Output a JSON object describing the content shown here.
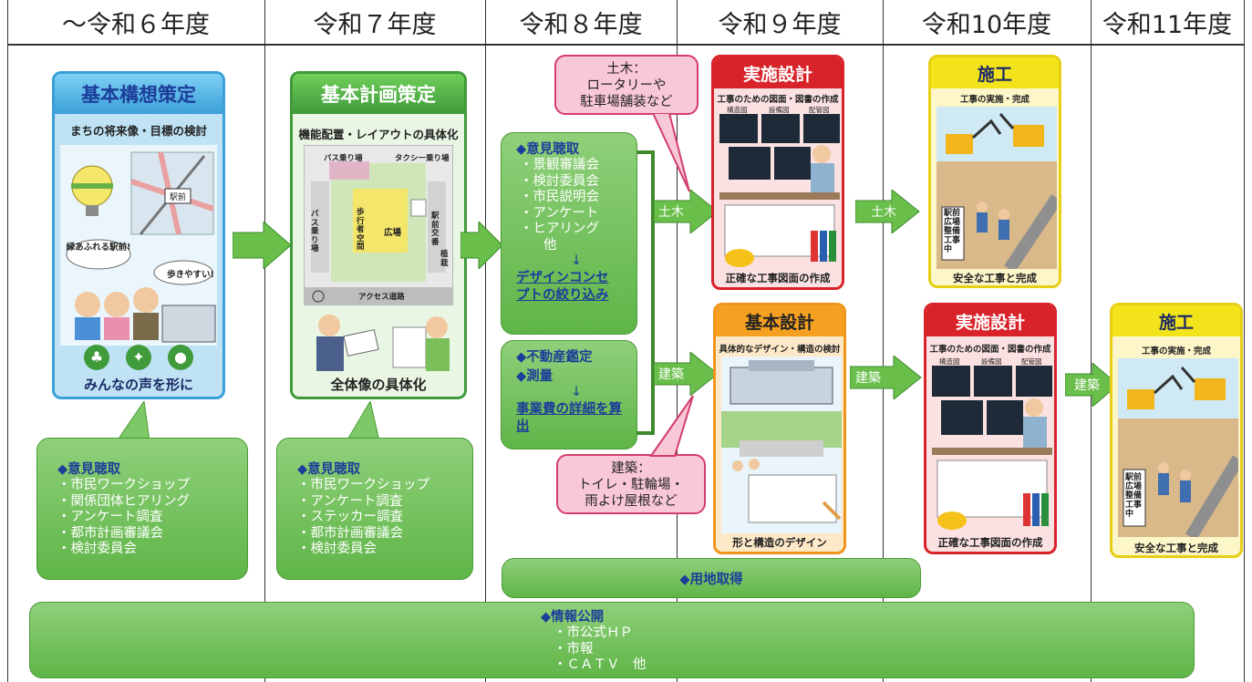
{
  "years": [
    "～令和６年度",
    "令和７年度",
    "令和８年度",
    "令和９年度",
    "令和10年度",
    "令和11年度"
  ],
  "colors": {
    "green": "#5fb548",
    "green_light": "#8fd07a",
    "navy": "#1c3d99",
    "red": "#d8232a",
    "orange": "#f5a020",
    "yellow": "#f2e31a",
    "pink": "#f9c8d6"
  },
  "card_kihon_kouso": {
    "title": "基本構想策定",
    "subtitle": "まちの将来像・目標の検討",
    "map_label": "駅前",
    "speech1": "緑あふれる駅前!",
    "speech2": "歩きやすい!",
    "footer": "みんなの声を形に"
  },
  "card_kihon_keikaku": {
    "title": "基本計画策定",
    "subtitle": "機能配置・レイアウトの具体化",
    "bus_stop_top": "バス乗り場",
    "taxi_stop": "タクシー乗り場",
    "bus_stop_side": "バス乗り場",
    "pedestrian": "歩行者空間",
    "plaza": "広場",
    "koban": "駅前交番",
    "green": "植栽",
    "access_road": "アクセス道路",
    "footer": "全体像の具体化"
  },
  "r6_hearing": {
    "head": "◆意見聴取",
    "items": [
      "・市民ワークショップ",
      "・関係団体ヒアリング",
      "・アンケート調査",
      "・都市計画審議会",
      "・検討委員会"
    ]
  },
  "r7_hearing": {
    "head": "◆意見聴取",
    "items": [
      "・市民ワークショップ",
      "・アンケート調査",
      "・ステッカー調査",
      "・都市計画審議会",
      "・検討委員会"
    ]
  },
  "r8_hearing": {
    "head": "◆意見聴取",
    "items": [
      "・景観審議会",
      "・検討委員会",
      "・市民説明会",
      "・アンケート",
      "・ヒアリング"
    ],
    "other": "他",
    "down_arrow": "↓",
    "result": "デザインコンセプトの絞り込み"
  },
  "r8_land": {
    "head1": "◆不動産鑑定",
    "head2": "◆測量",
    "down_arrow": "↓",
    "result": "事業費の詳細を算出"
  },
  "bubble_civil": {
    "lines": [
      "土木：",
      "ロータリーや",
      "駐車場舗装など"
    ]
  },
  "bubble_arch": {
    "lines": [
      "建築：",
      "トイレ・駐輪場・",
      "雨よけ屋根など"
    ]
  },
  "arrow_labels": {
    "civil": "土木",
    "arch": "建築"
  },
  "card_jisshi": {
    "title": "実施設計",
    "subtitle": "工事のための図面・図書の作成",
    "tab1": "構造図",
    "tab2": "設備図",
    "tab3": "配管図",
    "footer": "正確な工事図面の作成"
  },
  "card_kihon_sekkei": {
    "title": "基本設計",
    "subtitle": "具体的なデザイン・構造の検討",
    "footer": "形と構造のデザイン"
  },
  "card_seko": {
    "title": "施工",
    "subtitle": "工事の実施・完成",
    "sign": "駅前広場 整備工事中",
    "footer": "安全な工事と完成"
  },
  "land_acquisition": "◆用地取得",
  "public_info": {
    "head": "◆情報公開",
    "items": [
      "・市公式ＨＰ",
      "・市報",
      "・ＣＡＴＶ　他"
    ]
  }
}
